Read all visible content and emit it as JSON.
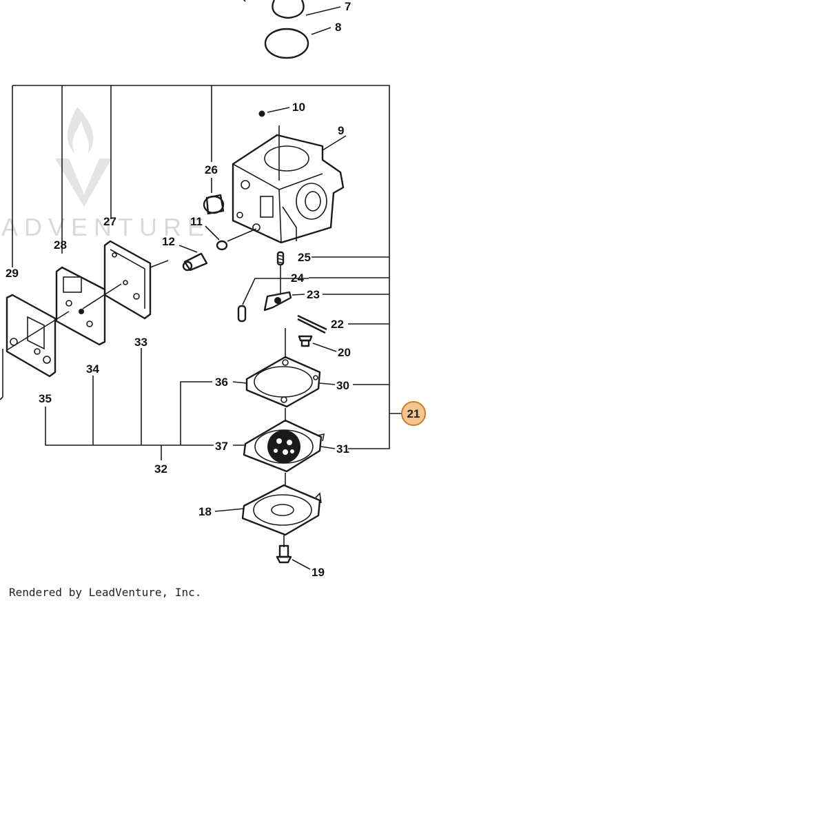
{
  "diagram": {
    "watermark_text": "ADVENTURE",
    "credit": "Rendered by LeadVenture, Inc.",
    "highlight_color": "#f5c48f",
    "highlight_border": "#c97a2b",
    "callouts": {
      "p7": "7",
      "p8": "8",
      "p9": "9",
      "p10": "10",
      "p11": "11",
      "p12": "12",
      "p18": "18",
      "p19": "19",
      "p20": "20",
      "p21": "21",
      "p22": "22",
      "p23": "23",
      "p24": "24",
      "p25": "25",
      "p26": "26",
      "p27": "27",
      "p28": "28",
      "p29": "29",
      "p30": "30",
      "p31": "31",
      "p32": "32",
      "p33": "33",
      "p34": "34",
      "p35": "35",
      "p36": "36",
      "p37": "37"
    }
  }
}
